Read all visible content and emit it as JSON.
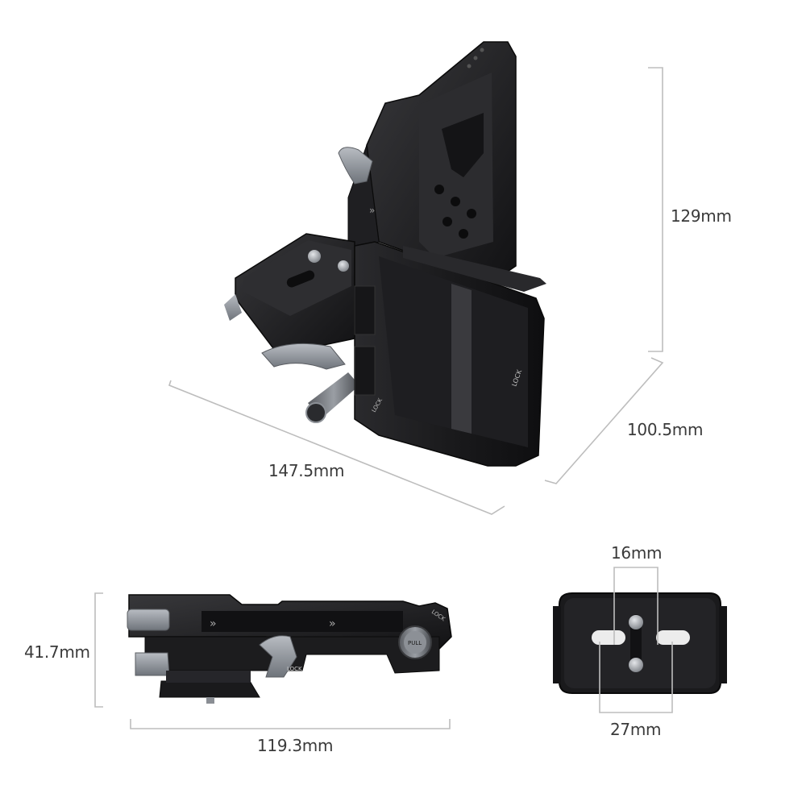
{
  "dimensions": {
    "height": "129mm",
    "depth": "100.5mm",
    "length": "147.5mm",
    "side_height": "41.7mm",
    "side_length": "119.3mm",
    "screw_spacing": "16mm",
    "plate_width": "27mm"
  },
  "engravings": {
    "lock_label": "LOCK",
    "pull_label": "PULL"
  },
  "colors": {
    "dimension_line": "#bdbdbd",
    "dimension_text": "#3a3a3a",
    "body_black": "#1c1c1e",
    "accent_gray": "#8c9096"
  }
}
